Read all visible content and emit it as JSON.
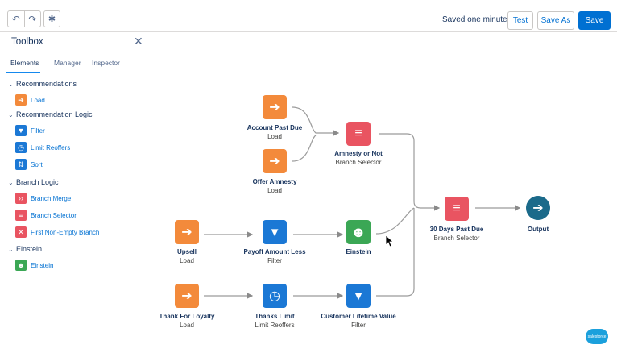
{
  "topbar": {
    "undo_icon": "undo-icon",
    "redo_icon": "redo-icon",
    "settings_icon": "gear-icon",
    "saved_text": "Saved one minute ago",
    "test_label": "Test",
    "save_as_label": "Save As",
    "save_label": "Save",
    "primary_color": "#0070d2"
  },
  "toolbox": {
    "title": "Toolbox",
    "tabs": [
      {
        "label": "Elements",
        "active": true
      },
      {
        "label": "Manager",
        "active": false
      },
      {
        "label": "Inspector",
        "active": false
      }
    ],
    "sections": [
      {
        "label": "Recommendations",
        "items": [
          {
            "label": "Load",
            "icon": "arrow-right-icon",
            "color": "#f38a3b"
          }
        ]
      },
      {
        "label": "Recommendation Logic",
        "items": [
          {
            "label": "Filter",
            "icon": "funnel-icon",
            "color": "#1b78d5"
          },
          {
            "label": "Limit Reoffers",
            "icon": "clock-icon",
            "color": "#1b78d5"
          },
          {
            "label": "Sort",
            "icon": "sort-icon",
            "color": "#1b78d5"
          }
        ]
      },
      {
        "label": "Branch Logic",
        "items": [
          {
            "label": "Branch Merge",
            "icon": "merge-icon",
            "color": "#e95461"
          },
          {
            "label": "Branch Selector",
            "icon": "branch-selector-icon",
            "color": "#e95461"
          },
          {
            "label": "First Non-Empty Branch",
            "icon": "x-icon",
            "color": "#e95461"
          }
        ]
      },
      {
        "label": "Einstein",
        "items": [
          {
            "label": "Einstein",
            "icon": "einstein-icon",
            "color": "#3ba755"
          }
        ]
      }
    ]
  },
  "canvas": {
    "nodes": [
      {
        "name": "Account Past Due",
        "type": "Load",
        "icon": "arrow-right-icon",
        "color": "#f38a3b"
      },
      {
        "name": "Offer Amnesty",
        "type": "Load",
        "icon": "arrow-right-icon",
        "color": "#f38a3b"
      },
      {
        "name": "Amnesty or Not",
        "type": "Branch Selector",
        "icon": "branch-selector-icon",
        "color": "#e95461"
      },
      {
        "name": "Upsell",
        "type": "Load",
        "icon": "arrow-right-icon",
        "color": "#f38a3b"
      },
      {
        "name": "Payoff Amount Less",
        "type": "Filter",
        "icon": "funnel-icon",
        "color": "#1b78d5"
      },
      {
        "name": "Einstein",
        "type": "",
        "icon": "einstein-icon",
        "color": "#3ba755"
      },
      {
        "name": "Thank For Loyalty",
        "type": "Load",
        "icon": "arrow-right-icon",
        "color": "#f38a3b"
      },
      {
        "name": "Thanks Limit",
        "type": "Limit Reoffers",
        "icon": "clock-icon",
        "color": "#1b78d5"
      },
      {
        "name": "Customer Lifetime Value",
        "type": "Filter",
        "icon": "funnel-icon",
        "color": "#1b78d5"
      },
      {
        "name": "30 Days Past Due",
        "type": "Branch Selector",
        "icon": "branch-selector-icon",
        "color": "#e95461"
      },
      {
        "name": "Output",
        "type": "",
        "icon": "arrow-right-circle-icon",
        "color": "#1b6a8a"
      }
    ]
  },
  "logo_text": "salesforce"
}
